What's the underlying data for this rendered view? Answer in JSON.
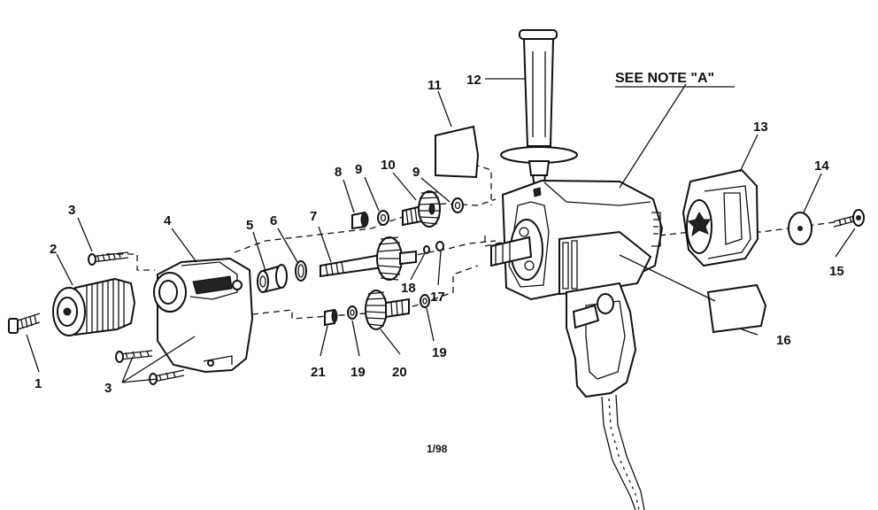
{
  "note": "SEE NOTE \"A\"",
  "code": "1/98",
  "labels": [
    "1",
    "2",
    "3",
    "3",
    "4",
    "5",
    "6",
    "7",
    "8",
    "9",
    "10",
    "9",
    "11",
    "12",
    "13",
    "14",
    "15",
    "16",
    "17",
    "18",
    "19",
    "20",
    "19",
    "21"
  ],
  "colors": {
    "ink": "#111111",
    "paper": "#ffffff"
  }
}
